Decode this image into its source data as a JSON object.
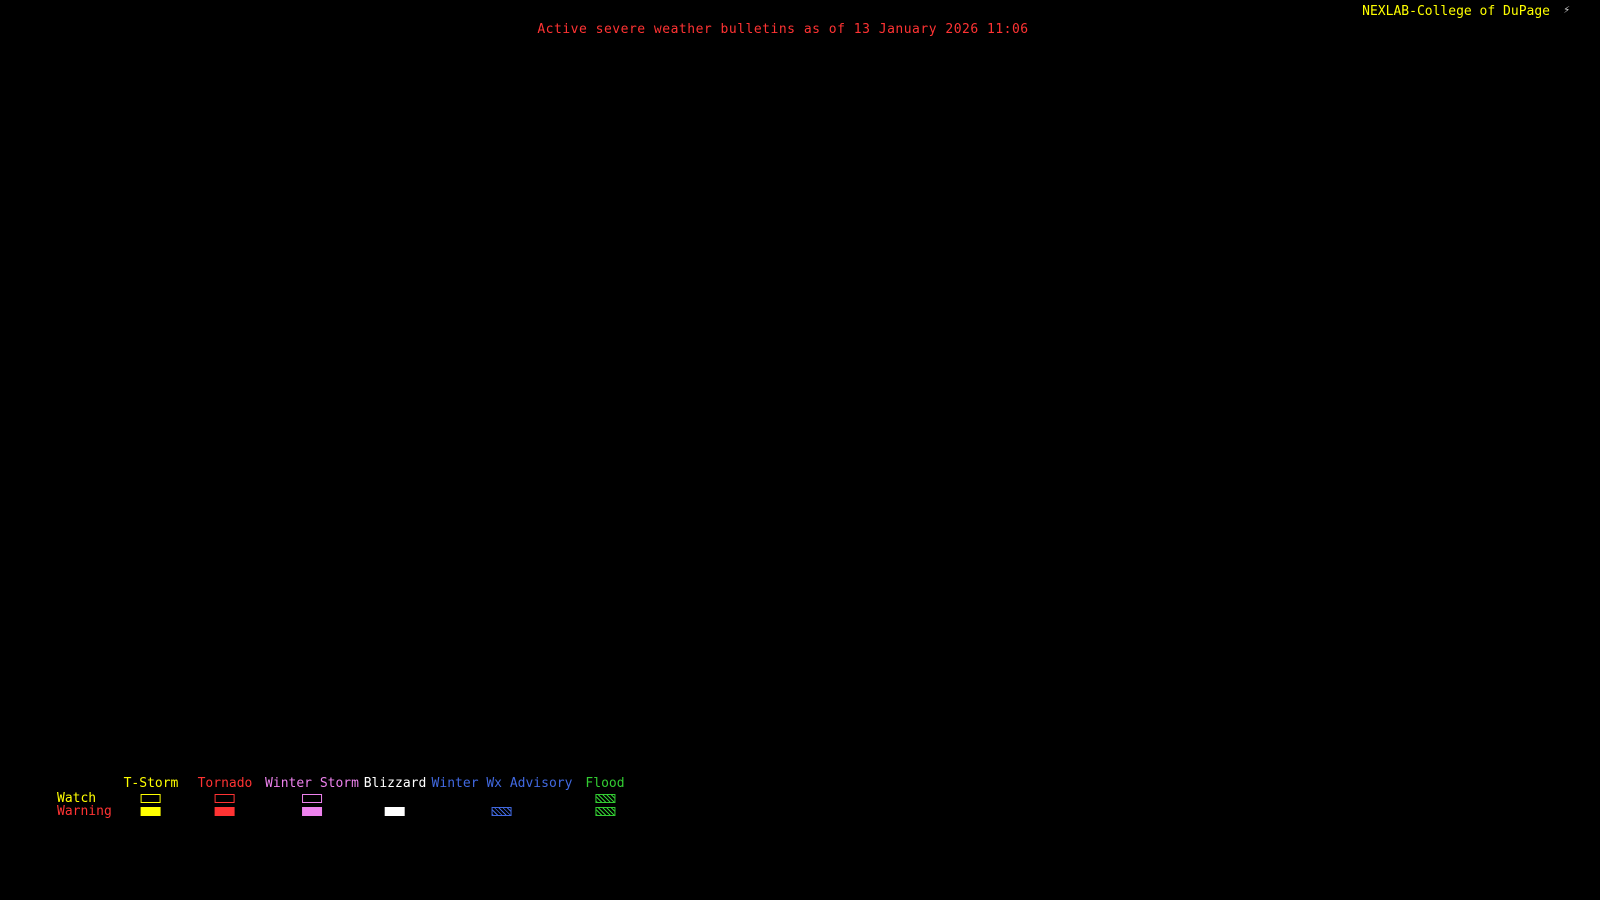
{
  "colors": {
    "background": "#000000",
    "title": "#ff3333",
    "brand": "#ffff00",
    "watch_label": "#ffff00",
    "warning_label": "#ff3333"
  },
  "header": {
    "title": "Active severe weather bulletins as of 13 January 2026 11:06",
    "brand": "NEXLAB-College of DuPage",
    "logo_icon": "⚡"
  },
  "legend": {
    "watch_label": "Watch",
    "warning_label": "Warning",
    "columns": [
      {
        "label": "T-Storm",
        "color": "#ffff00",
        "watch": "outline",
        "warning": "fill"
      },
      {
        "label": "Tornado",
        "color": "#ff3333",
        "watch": "outline",
        "warning": "fill"
      },
      {
        "label": "Winter Storm",
        "color": "#ee82ee",
        "watch": "outline",
        "warning": "fill"
      },
      {
        "label": "Blizzard",
        "color": "#ffffff",
        "watch": "none",
        "warning": "fill"
      },
      {
        "label": "Winter Wx Advisory",
        "color": "#4169e1",
        "watch": "none",
        "warning": "hatch"
      },
      {
        "label": "Flood",
        "color": "#32cd32",
        "watch": "hatch",
        "warning": "hatch"
      }
    ]
  }
}
